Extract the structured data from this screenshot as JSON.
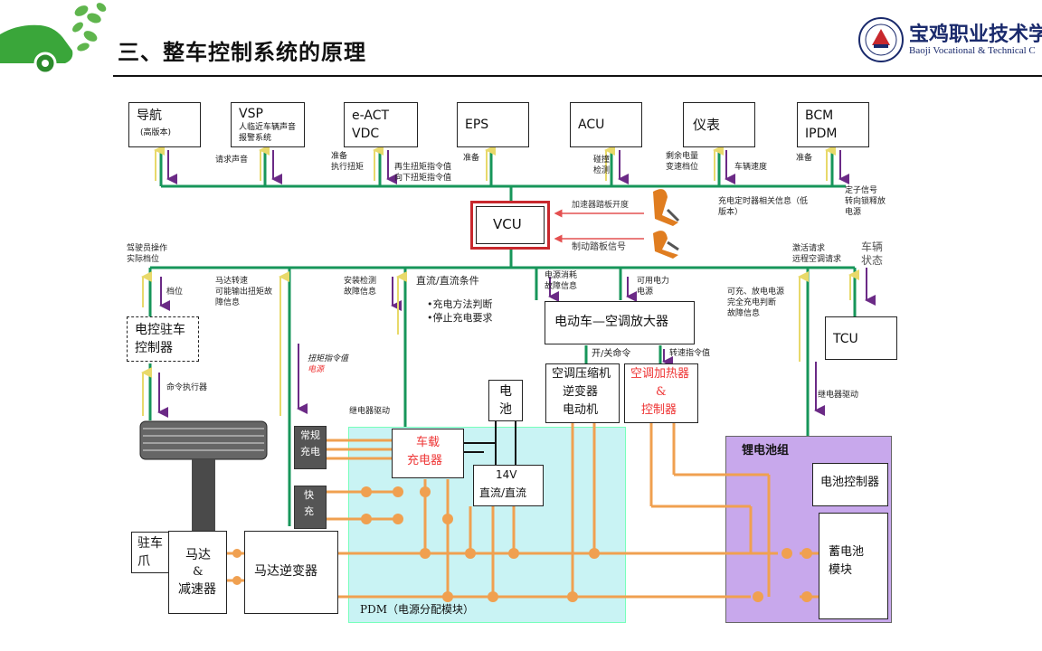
{
  "header": {
    "title": "三、整车控制系统的原理",
    "school_cn": "宝鸡职业技术学",
    "school_en": "Baoji Vocational & Technical C"
  },
  "top_modules": {
    "nav": {
      "line1": "导航",
      "line2": "(高版本)"
    },
    "vsp": {
      "line1": "VSP",
      "line2": "人临近车辆声音",
      "line3": "报警系统"
    },
    "eact": {
      "line1": "e-ACT",
      "line2": "VDC"
    },
    "eps": {
      "line1": "EPS"
    },
    "acu": {
      "line1": "ACU"
    },
    "meter": {
      "line1": "仪表"
    },
    "bcm": {
      "line1": "BCM",
      "line2": "IPDM"
    }
  },
  "top_signals": {
    "vsp_req": "请求声音",
    "eact_ready1": "准备",
    "eact_ready2": "执行扭矩",
    "eact_regen1": "再生扭矩指令值",
    "eact_regen2": "向下扭矩指令值",
    "eps_ready": "准备",
    "acu_crash1": "碰撞",
    "acu_crash2": "检测",
    "meter_left1": "剩余电量",
    "meter_left2": "变速档位",
    "meter_speed": "车辆速度",
    "bcm_ready": "准备",
    "bcm_right1": "定子信号",
    "bcm_right2": "转向锁释放",
    "bcm_right3": "电源",
    "charge_timer1": "充电定时器相关信息（低",
    "charge_timer2": "版本）"
  },
  "vcu": {
    "label": "VCU",
    "accel": "加速器踏板开度",
    "brake": "制动踏板信号"
  },
  "mid_signals": {
    "driver1": "驾驶员操作",
    "driver2": "实际档位",
    "gear": "档位",
    "motor1": "马达转速",
    "motor2": "可能输出扭矩故",
    "motor3": "障信息",
    "install1": "安装检测",
    "install2": "故障信息",
    "dcdc": "直流/直流条件",
    "charge_method": "•充电方法判断",
    "stop_charge": "•停止充电要求",
    "power_fault1": "电源消耗",
    "power_fault2": "故障信息",
    "avail1": "可用电力",
    "avail2": "电源",
    "activate1": "激活请求",
    "activate2": "远程空调请求",
    "vehicle_state1": "车辆",
    "vehicle_state2": "状态",
    "can_charge1": "可充、放电电源",
    "can_charge2": "完全充电判断",
    "can_charge3": "故障信息",
    "torque_cmd1": "扭矩指令值",
    "torque_cmd2": "电源",
    "relay_drive": "继电器驱动",
    "relay_drive2": "继电器驱动",
    "command_actuator": "命令执行器",
    "on_off": "开/关命令",
    "speed_cmd": "转速指令值"
  },
  "blocks": {
    "parking_ctrl1": "电控驻车",
    "parking_ctrl2": "控制器",
    "ac_amp": "电动车—空调放大器",
    "tcu": "TCU",
    "compressor1": "空调压缩机",
    "compressor2": "逆变器",
    "compressor3": "电动机",
    "heater1": "空调加热器",
    "heater2": "&",
    "heater3": "控制器",
    "battery_12v1": "电",
    "battery_12v2": "池",
    "normal_charge1": "常规",
    "normal_charge2": "充电",
    "fast_charge1": "快",
    "fast_charge2": "充",
    "onboard1": "车载",
    "onboard2": "充电器",
    "dcdc1": "14V",
    "dcdc2": "直流/直流",
    "pdm": "PDM（电源分配模块）",
    "li_pack": "锂电池组",
    "bms": "电池控制器",
    "cell1": "蓄电池",
    "cell2": "模块",
    "pawl1": "驻车",
    "pawl2": "爪",
    "motor1": "马达",
    "motor2": "&",
    "motor3": "减速器",
    "inverter": "马达逆变器"
  },
  "colors": {
    "bus_green": "#17965a",
    "arrow_purple": "#6b2a86",
    "arrow_yellow": "#f2e68a",
    "power_orange": "#f0a050",
    "vcu_red": "#c8282d",
    "pdm_fill": "#c9f3f4",
    "battery_fill": "#c8a8ec"
  }
}
